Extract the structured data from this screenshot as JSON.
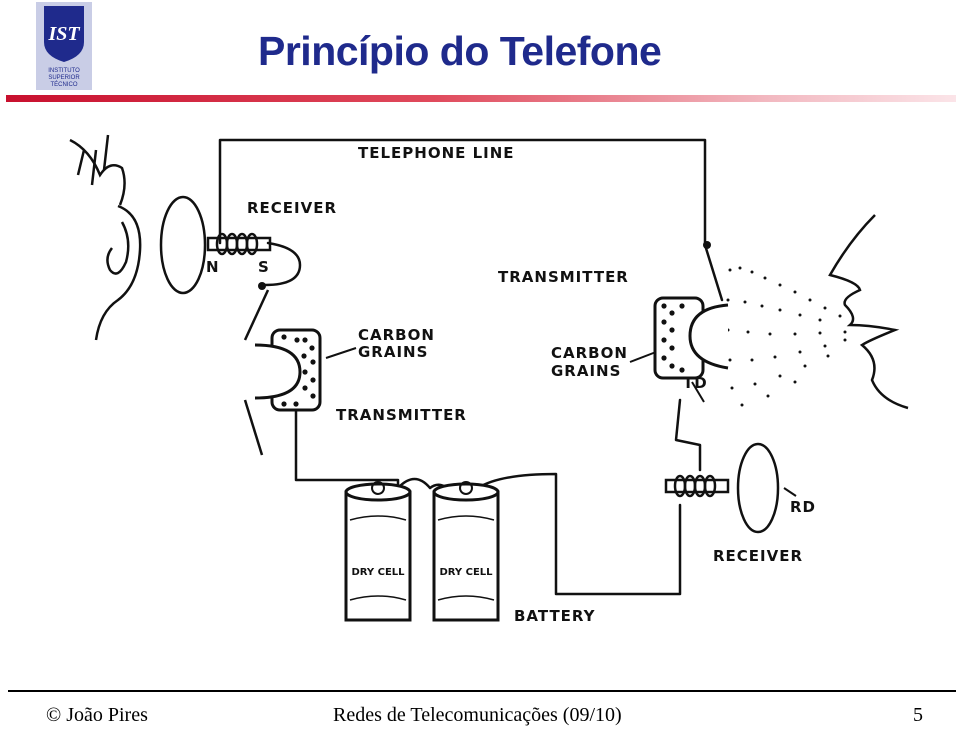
{
  "header": {
    "title": "Princípio do Telefone",
    "logo_text": [
      "INSTITUTO",
      "SUPERIOR",
      "TÉCNICO"
    ],
    "logo_mark": "IST",
    "logo_color": "#1f2a8c",
    "title_color": "#1f2a8c",
    "rule_color": "#c8102e"
  },
  "diagram": {
    "labels": {
      "telephone_line": "TELEPHONE LINE",
      "receiver_left": "RECEIVER",
      "pole_n": "N",
      "pole_s": "S",
      "carbon_grains_left_1": "CARBON",
      "carbon_grains_left_2": "GRAINS",
      "transmitter_left": "TRANSMITTER",
      "transmitter_right": "TRANSMITTER",
      "carbon_grains_right_1": "CARBON",
      "carbon_grains_right_2": "GRAINS",
      "td": "TD",
      "rd": "RD",
      "receiver_right": "RECEIVER",
      "battery": "BATTERY",
      "dry_cell": "DRY CELL"
    }
  },
  "footer": {
    "author": "© João Pires",
    "course": "Redes de Telecomunicações (09/10)",
    "page": "5"
  }
}
